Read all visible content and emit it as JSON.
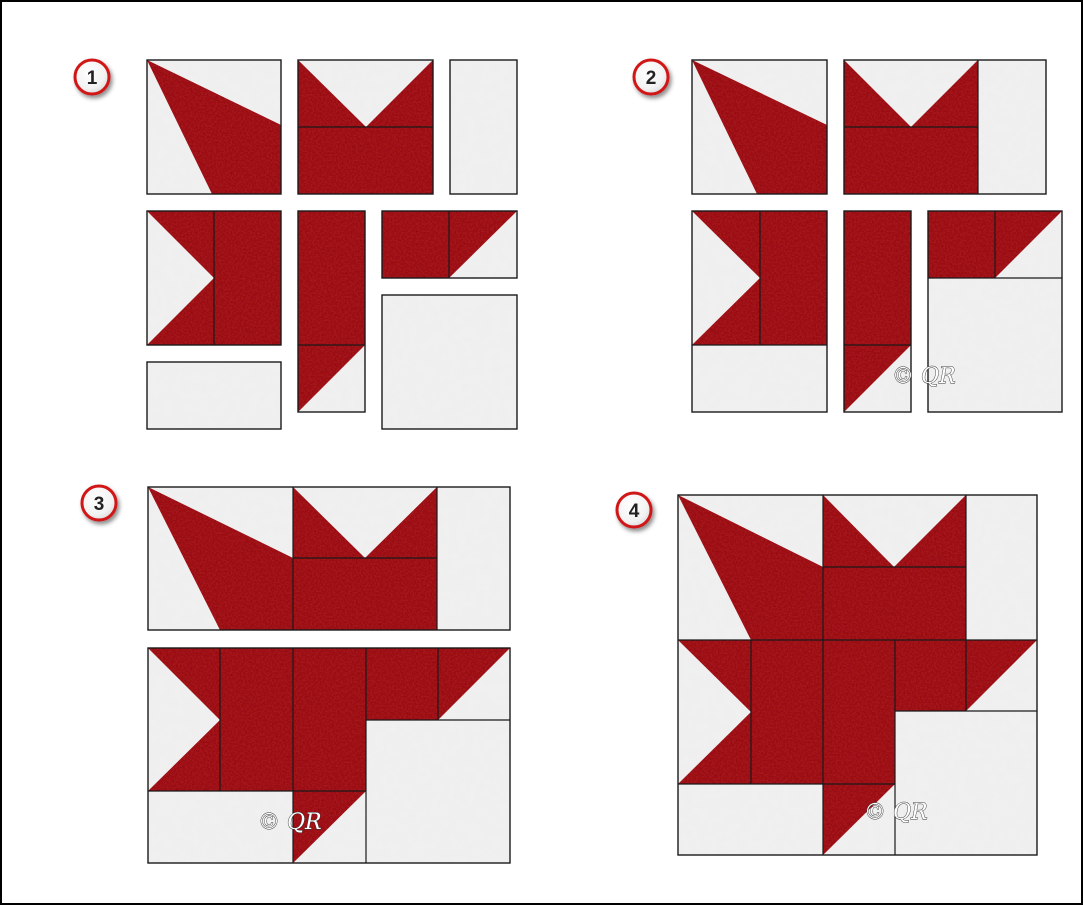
{
  "steps": [
    {
      "label": "1"
    },
    {
      "label": "2"
    },
    {
      "label": "3"
    },
    {
      "label": "4"
    }
  ],
  "watermark": {
    "text": "© QR"
  },
  "colors": {
    "fabric_red": "#8f0a0c",
    "fabric_red_dark": "#6a0406",
    "fabric_white": "#f1f1f1",
    "seam_line": "#1a1a1a",
    "badge_ring": "#d01818",
    "page_border": "#000000"
  }
}
